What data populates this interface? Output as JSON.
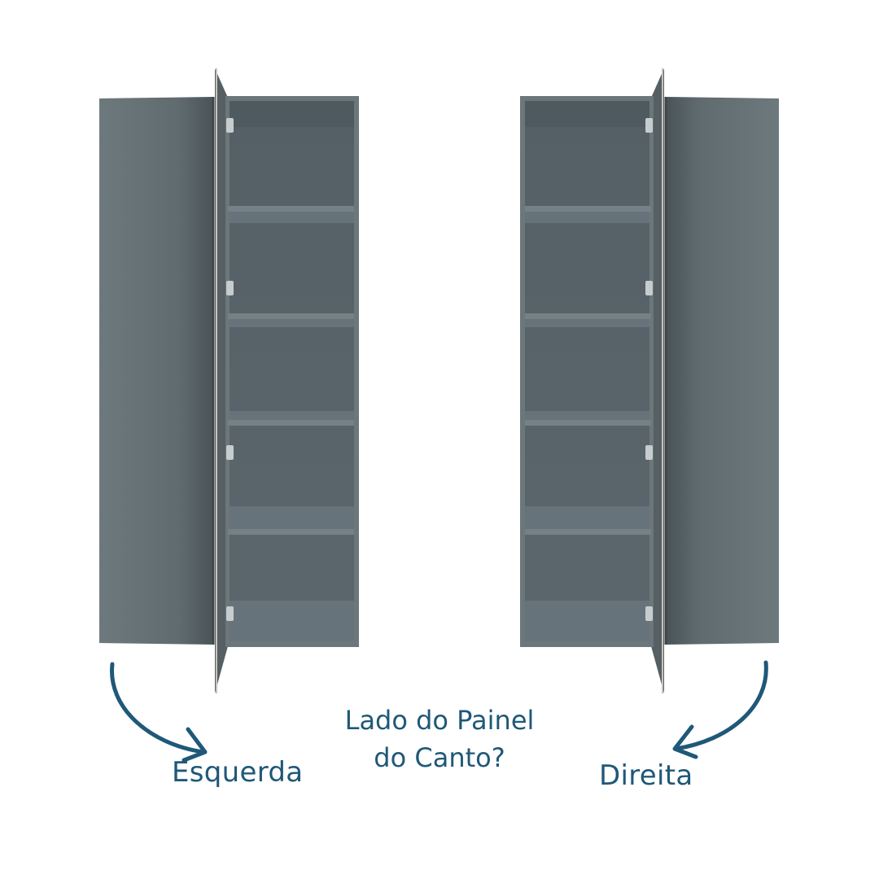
{
  "question": {
    "line1": "Lado do Painel",
    "line2": "do Canto?"
  },
  "options": {
    "left_label": "Esquerda",
    "right_label": "Direita"
  },
  "colors": {
    "text": "#1f5878",
    "arrow": "#1f5878",
    "cabinet_panel": "#69767a",
    "cabinet_interior": "#56636a",
    "cabinet_shelf": "#737f83"
  },
  "icons": {
    "left_arrow": "curved-arrow-right-icon",
    "right_arrow": "curved-arrow-left-icon"
  }
}
